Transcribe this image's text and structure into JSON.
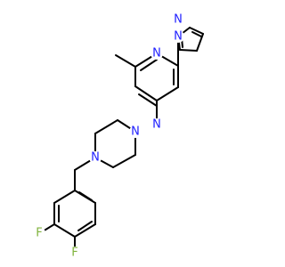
{
  "colors": {
    "nitrogen": "#1f1fff",
    "fluorine": "#7fb33c",
    "bond": "#000000",
    "background": "#ffffff"
  },
  "atoms": {
    "n_pyrazole_1": "N",
    "n_pyrazole_2": "N",
    "n_pyrimidine_1": "N",
    "n_pyrimidine_2": "N",
    "n_piperazine_1": "N",
    "n_piperazine_2": "N",
    "f_1": "F",
    "f_2": "F"
  }
}
